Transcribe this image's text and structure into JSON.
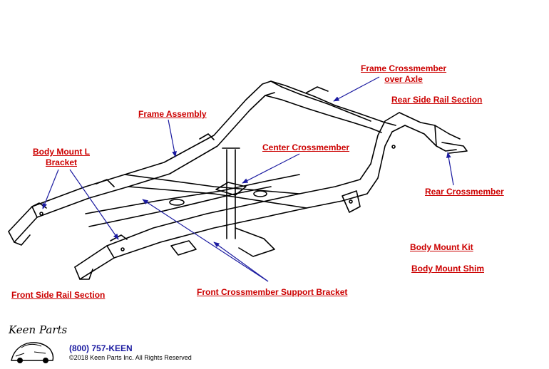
{
  "labels": {
    "frame_crossmember_line1": "Frame Crossmember",
    "frame_crossmember_line2": "over Axle",
    "rear_side_rail": "Rear Side Rail Section",
    "frame_assembly": "Frame Assembly",
    "body_mount_l_line1": "Body Mount L",
    "body_mount_l_line2": "Bracket",
    "center_crossmember": "Center Crossmember",
    "rear_crossmember": "Rear Crossmember",
    "body_mount_kit": "Body Mount Kit",
    "body_mount_shim": "Body Mount Shim",
    "front_side_rail": "Front Side Rail Section",
    "front_crossmember_bracket": "Front Crossmember Support Bracket"
  },
  "footer": {
    "logo_text": "Keen Parts",
    "phone": "(800) 757-KEEN",
    "copyright": "©2018 Keen Parts Inc. All Rights Reserved"
  },
  "colors": {
    "label": "#cc0000",
    "arrow": "#1a1aa0",
    "drawing": "#000000"
  }
}
